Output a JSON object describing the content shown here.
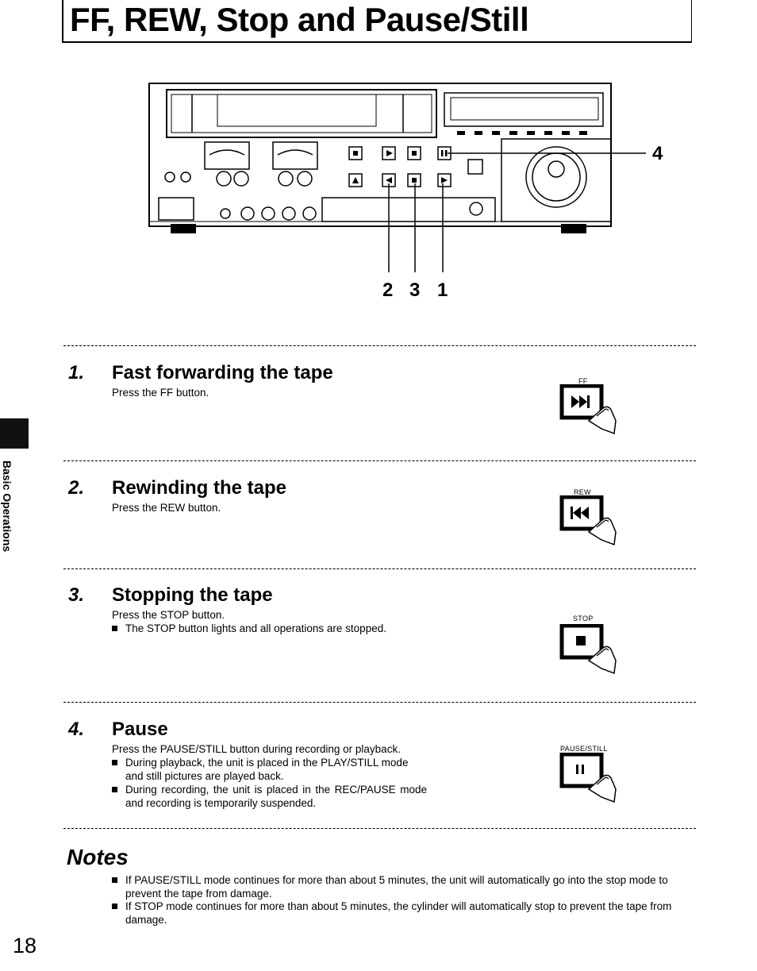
{
  "page": {
    "title": "FF, REW, Stop and Pause/Still",
    "page_number": "18",
    "side_tab_label": "Basic Operations"
  },
  "diagram": {
    "callouts": [
      "4",
      "2",
      "3",
      "1"
    ]
  },
  "sections": [
    {
      "number": "1.",
      "title": "Fast forwarding the tape",
      "text": "Press the FF button.",
      "bullets": [],
      "button_label": "FF",
      "button_symbol": "fast-forward-icon"
    },
    {
      "number": "2.",
      "title": "Rewinding the tape",
      "text": "Press the REW button.",
      "bullets": [],
      "button_label": "REW",
      "button_symbol": "rewind-icon"
    },
    {
      "number": "3.",
      "title": "Stopping the tape",
      "text": "Press the STOP button.",
      "bullets": [
        "The STOP button lights and all operations are stopped."
      ],
      "button_label": "STOP",
      "button_symbol": "stop-icon"
    },
    {
      "number": "4.",
      "title": "Pause",
      "text": "Press the PAUSE/STILL button during recording or playback.",
      "bullets": [
        "During playback, the unit is placed in the PLAY/STILL mode and still pictures are played back.",
        "During recording, the unit is placed in the REC/PAUSE mode and recording is temporarily suspended."
      ],
      "button_label": "PAUSE/STILL",
      "button_symbol": "pause-icon"
    }
  ],
  "notes": {
    "title": "Notes",
    "items": [
      "If PAUSE/STILL mode continues for more than about 5 minutes, the unit will automatically go into the stop mode to prevent the tape from damage.",
      "If STOP mode continues for more than about 5 minutes, the cylinder will automatically stop to prevent the tape from damage."
    ]
  }
}
